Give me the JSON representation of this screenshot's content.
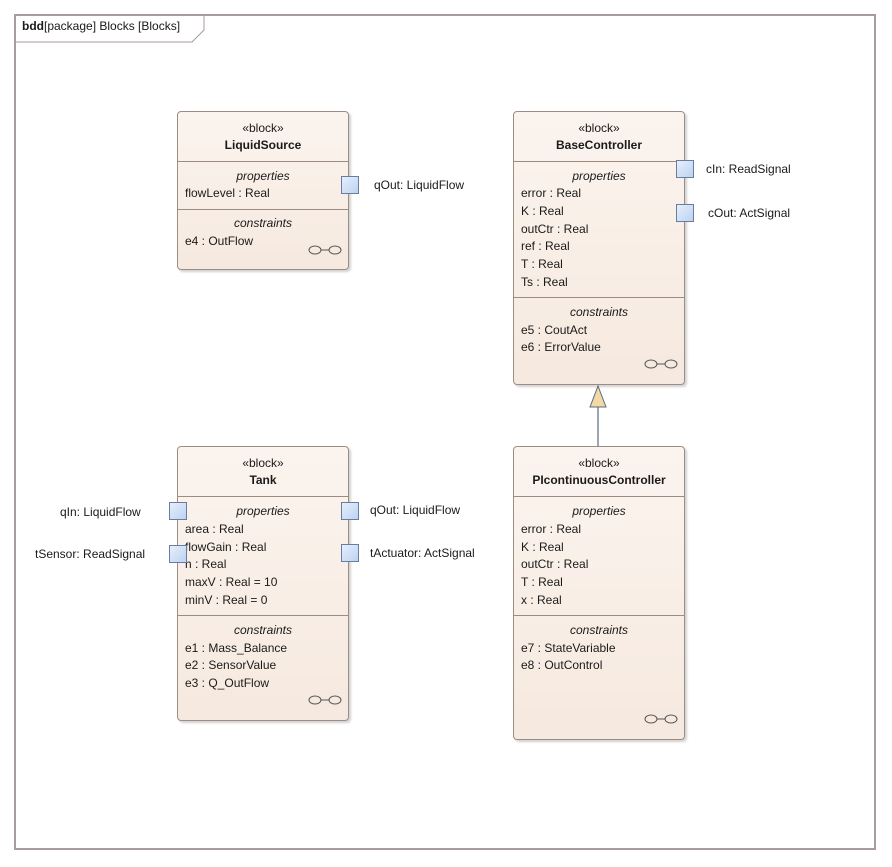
{
  "frame": {
    "kind": "bdd",
    "label": "[package] Blocks [Blocks]"
  },
  "blocks": {
    "liquid_source": {
      "stereotype": "«block»",
      "name": "LiquidSource",
      "properties_title": "properties",
      "properties": [
        "flowLevel : Real"
      ],
      "constraints_title": "constraints",
      "constraints": [
        "e4 : OutFlow"
      ],
      "ports": [
        "qOut: LiquidFlow"
      ]
    },
    "base_controller": {
      "stereotype": "«block»",
      "name": "BaseController",
      "properties_title": "properties",
      "properties": [
        "error : Real",
        "K : Real",
        "outCtr : Real",
        "ref : Real",
        "T : Real",
        "Ts : Real"
      ],
      "constraints_title": "constraints",
      "constraints": [
        "e5 : CoutAct",
        "e6 : ErrorValue"
      ],
      "ports": [
        "cIn: ReadSignal",
        "cOut: ActSignal"
      ]
    },
    "tank": {
      "stereotype": "«block»",
      "name": "Tank",
      "properties_title": "properties",
      "properties": [
        "area : Real",
        "flowGain : Real",
        "h : Real",
        "maxV : Real = 10",
        "minV : Real = 0"
      ],
      "constraints_title": "constraints",
      "constraints": [
        "e1 : Mass_Balance",
        "e2 : SensorValue",
        "e3 : Q_OutFlow"
      ],
      "ports": [
        "qIn: LiquidFlow",
        "tSensor: ReadSignal",
        "qOut: LiquidFlow",
        "tActuator: ActSignal"
      ]
    },
    "pi_controller": {
      "stereotype": "«block»",
      "name": "PIcontinuousController",
      "properties_title": "properties",
      "properties": [
        "error : Real",
        "K : Real",
        "outCtr : Real",
        "T : Real",
        "x : Real"
      ],
      "constraints_title": "constraints",
      "constraints": [
        "e7 : StateVariable",
        "e8 : OutControl"
      ]
    }
  },
  "relationships": [
    {
      "type": "generalization",
      "from": "PIcontinuousController",
      "to": "BaseController"
    }
  ],
  "colors": {
    "block_fill": "#f6e9df",
    "block_border": "#9c8c84",
    "port_fill": "#bcd2f2",
    "generalization_head": "#f2d9a6"
  }
}
